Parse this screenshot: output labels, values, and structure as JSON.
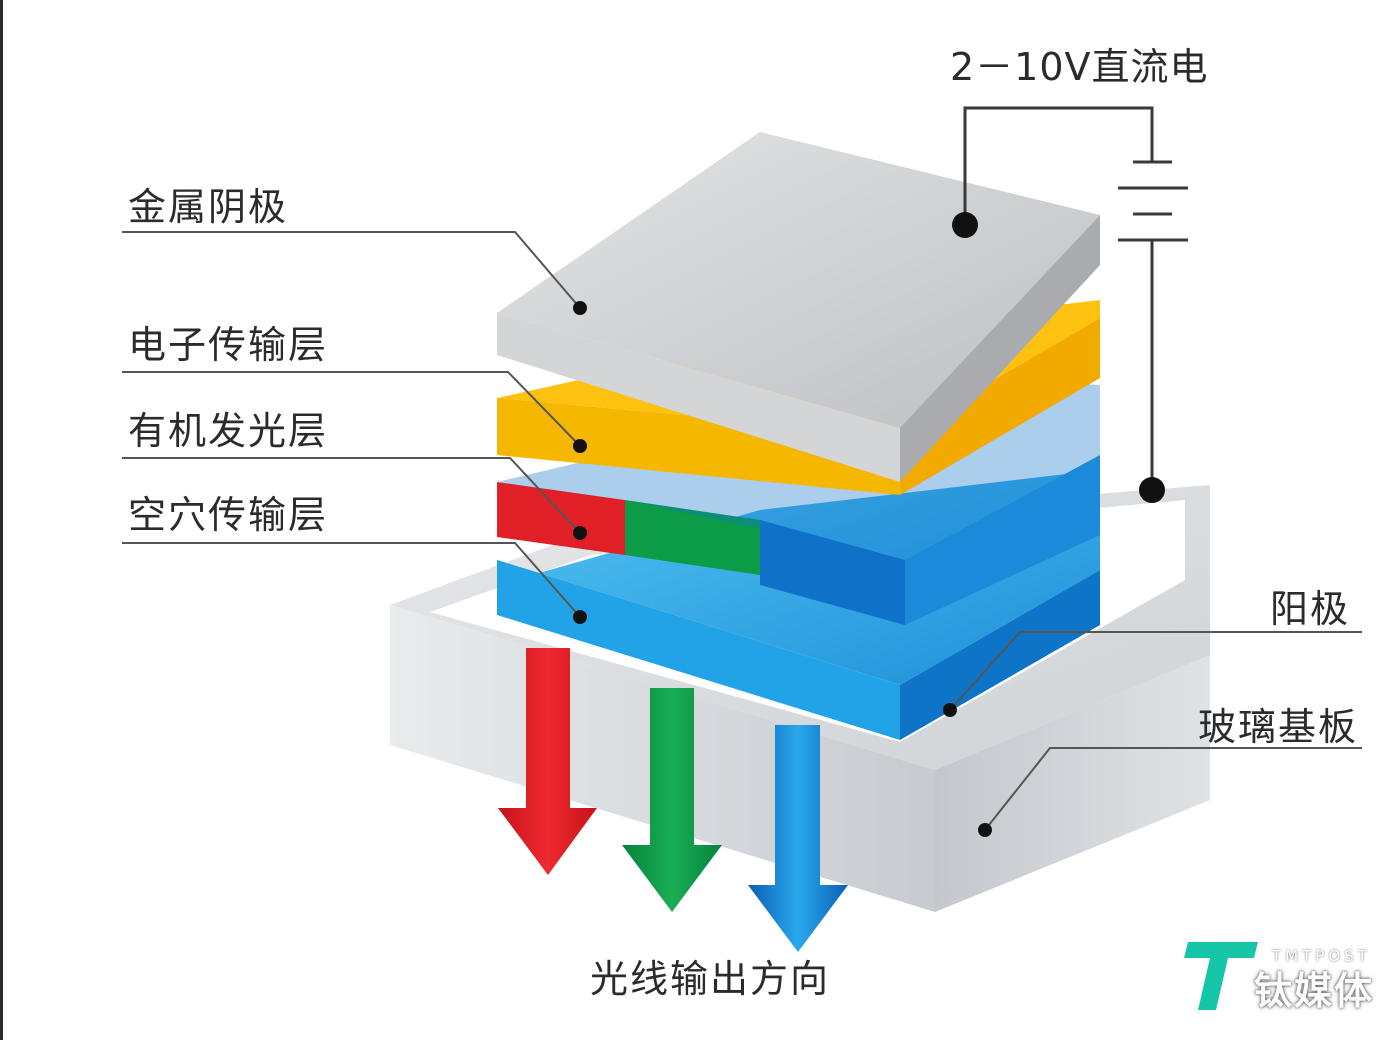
{
  "diagram": {
    "power_label": "2－10V直流电",
    "layers": {
      "metal_cathode": "金属阴极",
      "electron_transport": "电子传输层",
      "organic_emissive": "有机发光层",
      "hole_transport": "空穴传输层",
      "anode": "阳极",
      "glass_substrate": "玻璃基板"
    },
    "light_output_label": "光线输出方向"
  },
  "watermark": {
    "brand_en": "TMTPOST",
    "brand_cn": "钛媒体"
  },
  "colors": {
    "cathode": "#c9cacc",
    "electron_transport": "#f5b400",
    "emissive_red": "#e11f26",
    "emissive_green": "#0c9b47",
    "emissive_blue": "#0f72c8",
    "hole_transport": "#2aa7e8",
    "glass": "#d9dcdf",
    "watermark_accent": "#15c6a8"
  }
}
